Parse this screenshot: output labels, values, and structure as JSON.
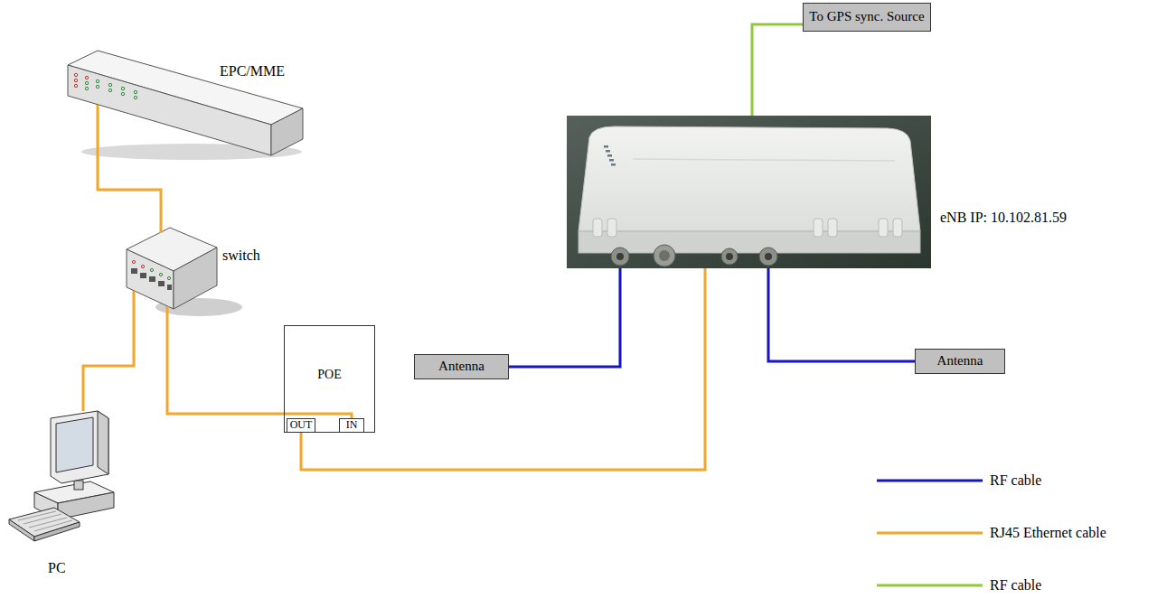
{
  "diagram": {
    "nodes": [
      {
        "text": [
          "EPC/MME"
        ]
      },
      {
        "text": [
          "switch"
        ]
      },
      {
        "text": [
          "PC"
        ]
      },
      {
        "text": [
          "POE"
        ]
      },
      {
        "text": [
          "OUT"
        ],
        "in": 3
      },
      {
        "text": [
          "IN"
        ],
        "in": 3
      },
      {
        "text": [
          "To GPS sync. Source"
        ]
      },
      {
        "text": [
          "eNB IP: 10.102.81.59"
        ]
      },
      {
        "text": [
          "Antenna"
        ]
      },
      {
        "text": [
          "Antenna"
        ]
      }
    ],
    "edges": [
      {
        "from": 0,
        "to": 1,
        "arrow": "none"
      },
      {
        "from": 1,
        "to": 2,
        "arrow": "none"
      },
      {
        "from": 1,
        "to": 5,
        "arrow": "none"
      },
      {
        "from": 4,
        "to": 7,
        "arrow": "none"
      },
      {
        "from": 8,
        "to": 7,
        "arrow": "none"
      },
      {
        "from": 7,
        "to": 9,
        "arrow": "none"
      },
      {
        "from": 7,
        "to": 6,
        "arrow": "none"
      }
    ],
    "legend": [
      {
        "text": "RF cable"
      },
      {
        "text": "RJ45 Ethernet cable"
      },
      {
        "text": "RF cable"
      }
    ]
  }
}
